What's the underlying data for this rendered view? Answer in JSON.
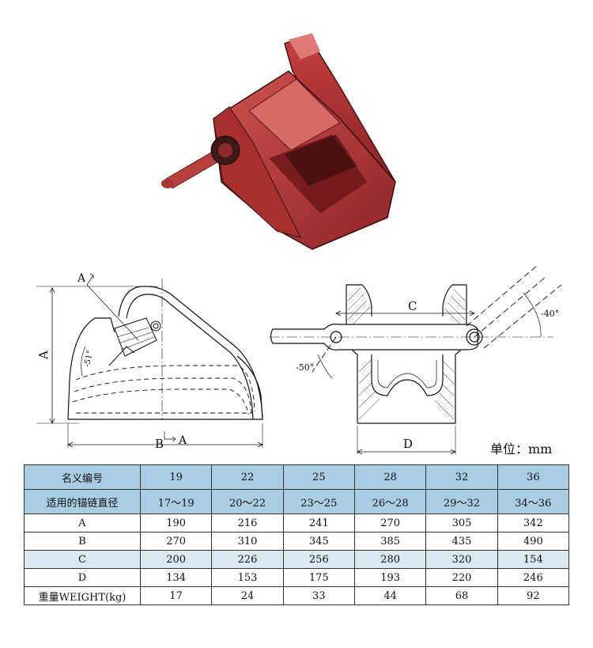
{
  "drawing_labels": {
    "A": "A",
    "A_section_top": "A",
    "A_section_bottom": "A",
    "B": "B",
    "C": "C",
    "D": "D",
    "angle_left": "-51°",
    "angle_mid": "-50°",
    "angle_right": "-40°"
  },
  "unit_label": "单位：mm",
  "colors": {
    "header_bg": "#a9cde3",
    "tint_row_bg": "#dbe9f3",
    "product_red": "#b6373a"
  },
  "table": {
    "rows": [
      {
        "label": "名义编号",
        "values": [
          "19",
          "22",
          "25",
          "28",
          "32",
          "36"
        ]
      },
      {
        "label": "适用的锚链直径",
        "values": [
          "17～19",
          "20～22",
          "23～25",
          "26～28",
          "29～32",
          "34～36"
        ]
      },
      {
        "label": "A",
        "values": [
          "190",
          "216",
          "241",
          "270",
          "305",
          "342"
        ]
      },
      {
        "label": "B",
        "values": [
          "270",
          "310",
          "345",
          "385",
          "435",
          "490"
        ]
      },
      {
        "label": "C",
        "values": [
          "200",
          "226",
          "256",
          "280",
          "320",
          "154"
        ]
      },
      {
        "label": "D",
        "values": [
          "134",
          "153",
          "175",
          "193",
          "220",
          "246"
        ]
      },
      {
        "label": "重量WEIGHT(kg)",
        "values": [
          "17",
          "24",
          "33",
          "44",
          "68",
          "92"
        ]
      }
    ]
  }
}
